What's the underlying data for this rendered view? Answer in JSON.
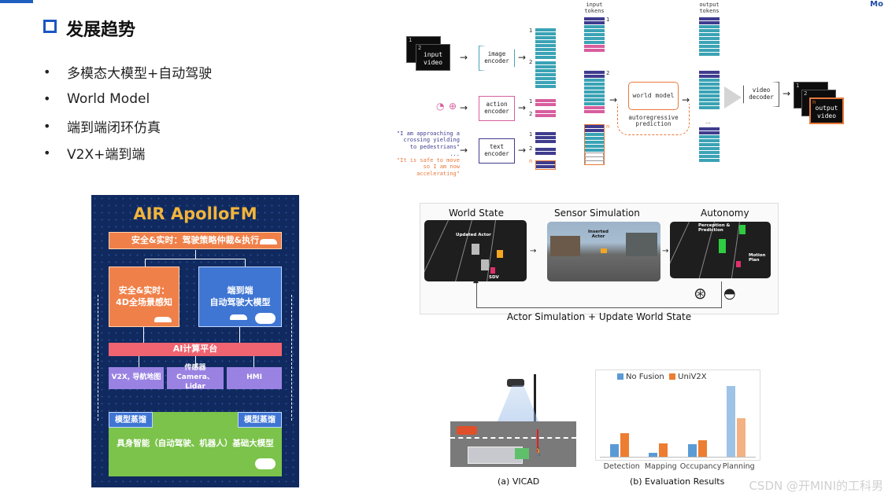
{
  "heading": "发展趋势",
  "bullets": [
    "多模态大模型+自动驾驶",
    "World Model",
    "端到端闭环仿真",
    "V2X+端到端"
  ],
  "apollo": {
    "title": "AIR ApolloFM",
    "top_bar": "安全&实时：驾驶策略仲裁&执行",
    "left_box_line1": "安全&实时：",
    "left_box_line2": "4D全场景感知",
    "right_box_line1": "端到端",
    "right_box_line2": "自动驾驶大模型",
    "ai_platform": "AI计算平台",
    "v2x": "V2X, 导航地图",
    "sensor_line1": "传感器",
    "sensor_line2": "Camera、Lidar",
    "hmi": "HMI",
    "distill_left": "模型蒸馏",
    "distill_right": "模型蒸馏",
    "embodied": "具身智能（自动驾驶、机器人）基础大模型"
  },
  "token_diagram": {
    "input_tokens": "input\ntokens",
    "output_tokens": "output\ntokens",
    "input_video": "input\nvideo",
    "image_encoder": "image\nencoder",
    "action_encoder": "action\nencoder",
    "text_encoder": "text\nencoder",
    "world_model": "world model",
    "autoregressive": "autoregressive\nprediction",
    "video_decoder": "video\ndecoder",
    "output_video": "output\nvideo",
    "quote1": "\"I am approaching a\ncrossing yielding\nto pedestrians\"",
    "quote_dots": "...",
    "quote2": "\"It is safe to move\nso I am now\naccelerating\"",
    "idx1": "1",
    "idx2": "2",
    "idxn": "n",
    "dots": "..."
  },
  "world_state": {
    "label_world": "World State",
    "label_sensor": "Sensor Simulation",
    "label_autonomy": "Autonomy",
    "updated_actor": "Updated Actor",
    "sdv": "SDV",
    "inserted_actor": "Inserted\nActor",
    "perception": "Perception &\nPrediction",
    "motion_plan": "Motion\nPlan",
    "bottom": "Actor Simulation + Update World State"
  },
  "v2x_figure": {
    "caption_a": "(a) VICAD",
    "caption_b": "(b) Evaluation Results",
    "chart_data": {
      "type": "bar",
      "categories": [
        "Detection",
        "Mapping",
        "Occupancy",
        "Planning"
      ],
      "series": [
        {
          "name": "No Fusion",
          "values": [
            18,
            6,
            18,
            100
          ],
          "color": "#5b9bd5"
        },
        {
          "name": "UniV2X",
          "values": [
            33,
            19,
            24,
            55
          ],
          "color": "#ed7d31"
        }
      ],
      "ylim": [
        0,
        105
      ],
      "grid": false,
      "legend": "top-left"
    }
  },
  "watermark": "CSDN @开MINI的工科男",
  "colors": {
    "accent": "#1a56c4",
    "panel": "#102a60",
    "gold": "#f2b43b"
  }
}
